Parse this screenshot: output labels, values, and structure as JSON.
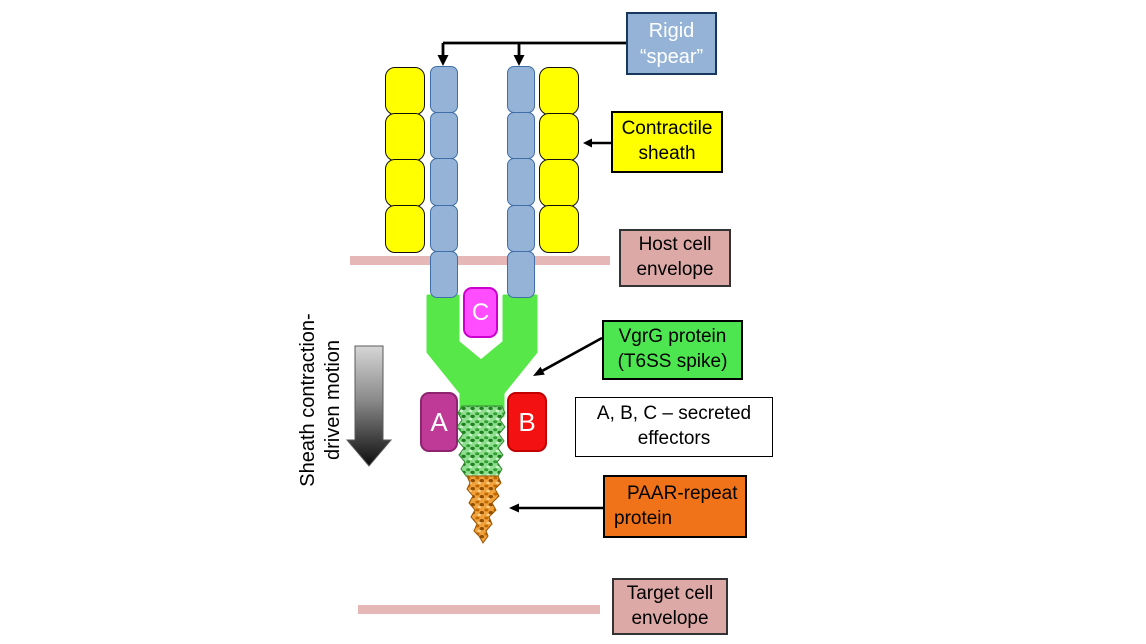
{
  "colors": {
    "sheath-yellow": "#FFFF00",
    "spear-blue": "#95B3D7",
    "spear-border": "#3F6FA8",
    "rigid-box-border": "#17375E",
    "envelope-bar": "#E5B8B7",
    "envelope-box": "#DCA9A7",
    "vgrg-green": "#57E748",
    "vgrg-box-green": "#4DE651",
    "spike-green-base": "#90DE90",
    "spike-green-dot": "#2FA12F",
    "spike-orange-base": "#F2A23C",
    "spike-orange-dot": "#C06A00",
    "effector-a": "#BE3A96",
    "effector-a-border": "#8E2370",
    "effector-b": "#F31111",
    "effector-b-border": "#C00000",
    "effector-c": "#FF4DFF",
    "effector-c-border": "#CC00CC",
    "paar-orange": "#F0731A"
  },
  "labels": {
    "rigid_spear": [
      "Rigid",
      "“spear”"
    ],
    "contractile_sheath": [
      "Contractile",
      "sheath"
    ],
    "host_envelope": [
      "Host cell",
      "envelope"
    ],
    "vgrg": [
      "VgrG protein",
      "(T6SS spike)"
    ],
    "effectors_legend": [
      "A, B, C – secreted",
      "effectors"
    ],
    "paar": [
      "PAAR-repeat",
      "protein"
    ],
    "target_envelope": [
      "Target cell",
      "envelope"
    ],
    "motion": [
      "Sheath contraction-",
      "driven motion"
    ]
  },
  "effectors": {
    "a": "A",
    "b": "B",
    "c": "C"
  }
}
